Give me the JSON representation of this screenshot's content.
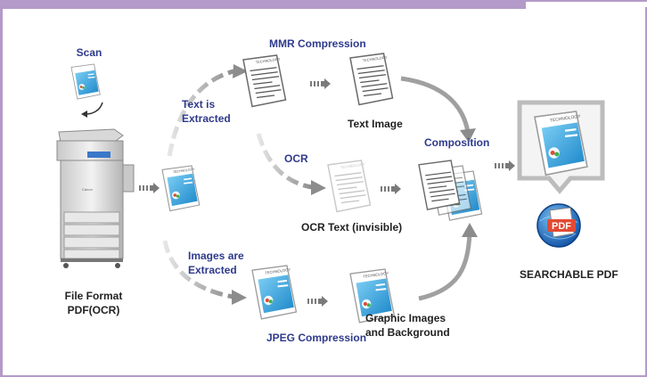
{
  "labels": {
    "scan": "Scan",
    "mmr_compression": "MMR Compression",
    "text_extracted_1": "Text is",
    "text_extracted_2": "Extracted",
    "text_image": "Text Image",
    "ocr": "OCR",
    "ocr_text": "OCR Text (invisible)",
    "composition": "Composition",
    "images_extracted_1": "Images are",
    "images_extracted_2": "Extracted",
    "jpeg_compression": "JPEG Compression",
    "graphic_images_1": "Graphic Images",
    "graphic_images_2": "and Background",
    "file_format_1": "File Format",
    "file_format_2": "PDF(OCR)",
    "searchable_pdf": "SEARCHABLE PDF"
  },
  "doc_text": {
    "technology": "TECHNOLOGY",
    "pdf": "PDF",
    "canon": "Canon"
  },
  "colors": {
    "frame": "#b39ac8",
    "blue_text": "#2e3a8c",
    "dark_text": "#222222",
    "arrow_gray": "#bfbfbf",
    "arrow_dark": "#9a9a9a",
    "doc_blue": "#2aa5e0",
    "pdf_red": "#e24a33",
    "globe_blue": "#1b6fc4"
  },
  "icons": [
    "scanner-icon",
    "document-icon",
    "pdf-globe-icon",
    "curved-arrow-icon",
    "dotted-arrow-icon"
  ]
}
